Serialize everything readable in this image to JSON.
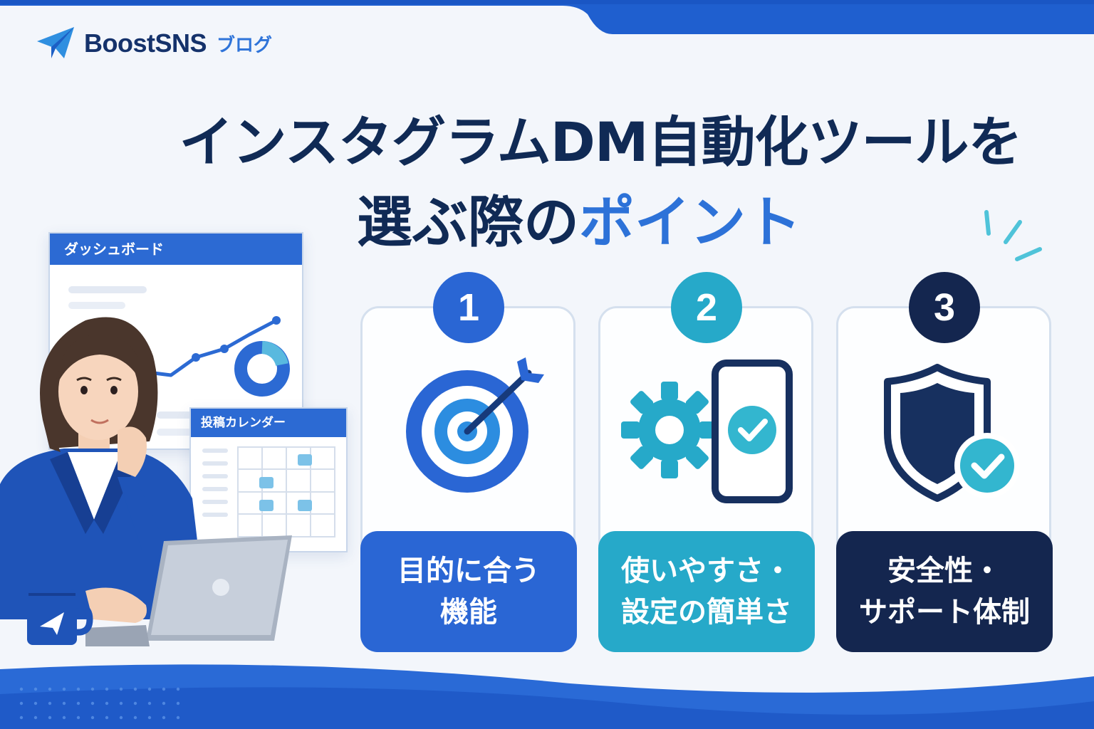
{
  "brand": {
    "name": "BoostSNS",
    "suffix": "ブログ",
    "logo_icon": "paper-plane-icon"
  },
  "headline": {
    "line1": "インスタグラムDM自動化ツールを",
    "line2_prefix": "選ぶ際の",
    "line2_highlight": "ポイント"
  },
  "illustration": {
    "dashboard_title": "ダッシュボード",
    "calendar_title": "投稿カレンダー"
  },
  "points": [
    {
      "number": "1",
      "line1": "目的に合う",
      "line2": "機能",
      "icon": "target-arrow-icon",
      "color": "#2a66d4"
    },
    {
      "number": "2",
      "line1": "使いやすさ・",
      "line2": "設定の簡単さ",
      "icon": "gear-phone-check-icon",
      "color": "#26a9c9"
    },
    {
      "number": "3",
      "line1": "安全性・",
      "line2": "サポート体制",
      "icon": "shield-check-icon",
      "color": "#14264f"
    }
  ],
  "colors": {
    "primary": "#2a66d4",
    "teal": "#26a9c9",
    "navy": "#14264f",
    "title": "#102a55"
  }
}
